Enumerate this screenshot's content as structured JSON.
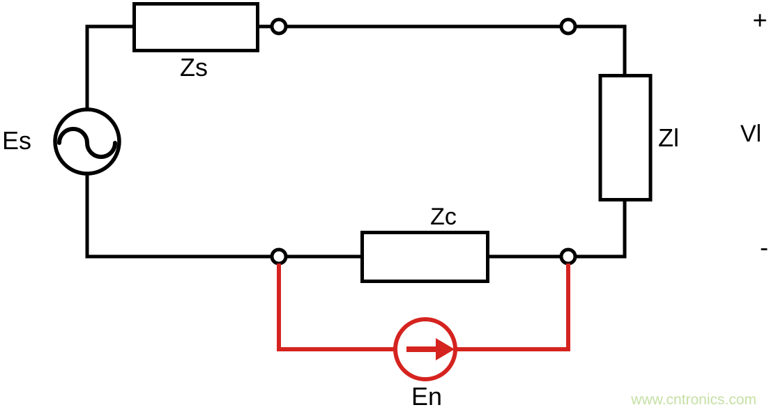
{
  "circuit": {
    "labels": {
      "source": "Es",
      "source_impedance": "Zs",
      "load_impedance": "Zl",
      "common_impedance": "Zc",
      "noise_source": "En",
      "load_plus": "+",
      "load_voltage": "Vl",
      "load_minus": "-"
    }
  },
  "watermark": {
    "text": "www.cntronics.com"
  },
  "colors": {
    "circuit_black": "#000000",
    "noise_red": "#d5231f",
    "watermark_green": "#c6e0a5",
    "background": "#ffffff"
  }
}
